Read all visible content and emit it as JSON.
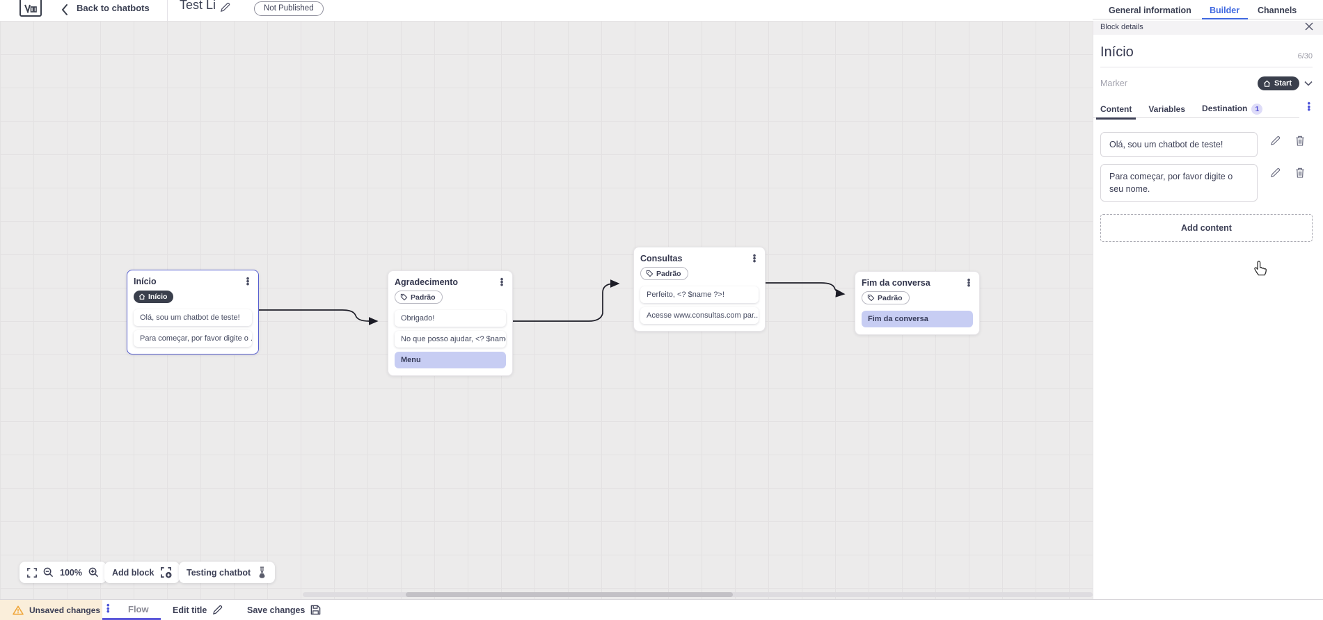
{
  "topbar": {
    "back_label": "Back to chatbots",
    "title": "Test Li",
    "status": "Not Published",
    "tabs": [
      {
        "label": "General information"
      },
      {
        "label": "Builder"
      },
      {
        "label": "Channels"
      }
    ]
  },
  "panel": {
    "header": "Block details",
    "title": "Início",
    "counter": "6/30",
    "marker_label": "Marker",
    "marker_value": "Start",
    "tabs": [
      {
        "label": "Content"
      },
      {
        "label": "Variables"
      },
      {
        "label": "Destination",
        "badge": "1"
      }
    ],
    "items": [
      {
        "text": "Olá, sou um chatbot de teste!"
      },
      {
        "text": "Para começar, por favor digite o seu nome."
      }
    ],
    "add_content": "Add content"
  },
  "canvas": {
    "blocks": [
      {
        "title": "Início",
        "marker": "Início",
        "items": [
          {
            "text": "Olá, sou um chatbot de teste!"
          },
          {
            "text": "Para começar, por favor digite o ..."
          }
        ]
      },
      {
        "title": "Agradecimento",
        "tag": "Padrão",
        "items": [
          {
            "text": "Obrigado!"
          },
          {
            "text": "No que posso ajudar, <? $name ..."
          },
          {
            "text": "Menu"
          }
        ]
      },
      {
        "title": "Consultas",
        "tag": "Padrão",
        "items": [
          {
            "text": "Perfeito, <? $name ?>!"
          },
          {
            "text": "Acesse www.consultas.com par..."
          }
        ]
      },
      {
        "title": "Fim da conversa",
        "tag": "Padrão",
        "items": [
          {
            "text": "Fim da conversa"
          }
        ]
      }
    ]
  },
  "controls": {
    "zoom_level": "100%",
    "add_block": "Add block",
    "testing": "Testing chatbot"
  },
  "bottombar": {
    "unsaved": "Unsaved changes",
    "flow_tab": "Flow",
    "edit_title": "Edit title",
    "save": "Save changes"
  },
  "colors": {
    "accent_blue": "#3f68e0",
    "accent_purple": "#5b57d9",
    "dark_badge": "#3a3f4c",
    "highlight_item": "#c7cdf3",
    "selected_border": "#575fd0",
    "warning": "#f0a63a"
  }
}
